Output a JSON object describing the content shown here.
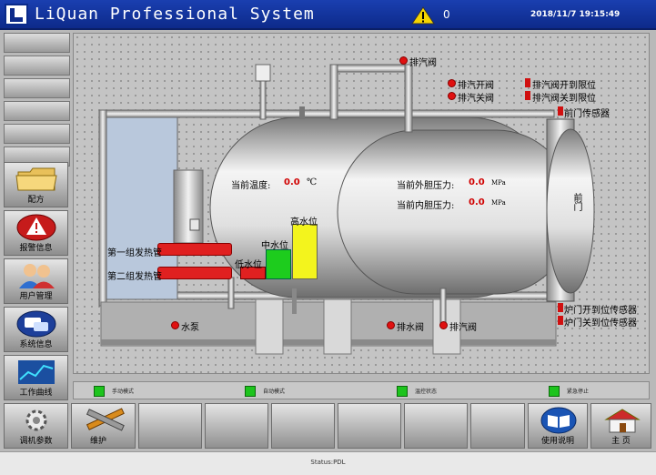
{
  "app": {
    "title": "LiQuan Professional System",
    "alarm_count": "0",
    "datetime": "2018/11/7 19:15:49"
  },
  "sidebar": {
    "items": [
      {
        "label": "配方",
        "icon": "folder-icon"
      },
      {
        "label": "报警信息",
        "icon": "alarm-icon"
      },
      {
        "label": "用户管理",
        "icon": "users-icon"
      },
      {
        "label": "系统信息",
        "icon": "chat-icon"
      },
      {
        "label": "工作曲线",
        "icon": "chart-icon"
      }
    ]
  },
  "diagram": {
    "temp_label": "当前温度:",
    "temp_value": "0.0",
    "temp_unit": "℃",
    "outer_pressure_label": "当前外胆压力:",
    "outer_pressure_value": "0.0",
    "outer_pressure_unit": "MPa",
    "inner_pressure_label": "当前内胆压力:",
    "inner_pressure_value": "0.0",
    "inner_pressure_unit": "MPa",
    "high_level": "高水位",
    "mid_level": "中水位",
    "low_level": "低水位",
    "heater1": "第一组发热管",
    "heater2": "第二组发热管",
    "exhaust_valve": "排汽阀",
    "vent_open_valve": "排汽开阀",
    "vent_close_valve": "排汽关阀",
    "vent_open_limit": "排汽阀开到限位",
    "vent_close_limit": "排汽阀关到限位",
    "front_door_sensor": "前门传感器",
    "door_label": "前门",
    "door_open_sensor": "炉门开到位传感器",
    "door_close_sensor": "炉门关到位传感器",
    "water_pump": "水泵",
    "drain_valve": "排水阀",
    "exhaust_drain_valve": "排汽阀"
  },
  "modes": [
    {
      "label": "手动模式",
      "color": "#1dc41d"
    },
    {
      "label": "自动模式",
      "color": "#1dc41d"
    },
    {
      "label": "温控状态",
      "color": "#1dc41d"
    },
    {
      "label": "紧急停止",
      "color": "#1dc41d"
    }
  ],
  "bottom": {
    "debug": "调机参数",
    "maintenance": "维护",
    "manual": "使用说明",
    "home": "主 页"
  },
  "status": {
    "text": "Status:PDL"
  }
}
